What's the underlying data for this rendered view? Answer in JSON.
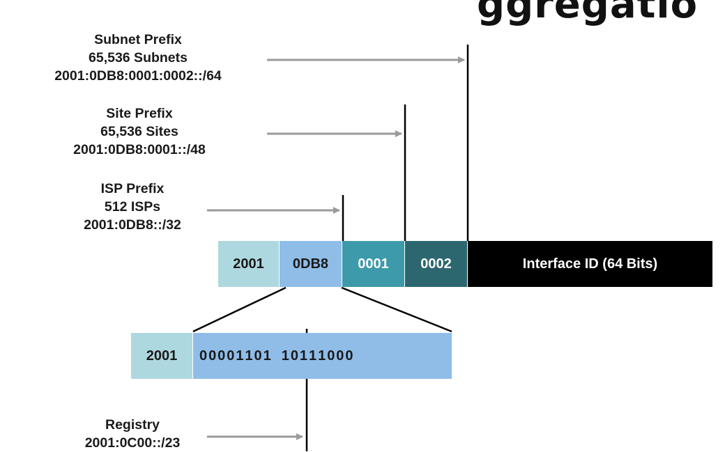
{
  "title_fragment": "ggregatio",
  "labels": {
    "subnet": {
      "line1": "Subnet Prefix",
      "line2": "65,536 Subnets",
      "line3": "2001:0DB8:0001:0002::/64"
    },
    "site": {
      "line1": "Site Prefix",
      "line2": "65,536 Sites",
      "line3": "2001:0DB8:0001::/48"
    },
    "isp": {
      "line1": "ISP Prefix",
      "line2": "512 ISPs",
      "line3": "2001:0DB8::/32"
    },
    "registry": {
      "line1": "Registry",
      "line2": "2001:0C00::/23"
    }
  },
  "address_bar": [
    {
      "text": "2001",
      "bg": "#aed8df",
      "fg": "#1a1a1a"
    },
    {
      "text": "0DB8",
      "bg": "#8fbde8",
      "fg": "#1a1a1a"
    },
    {
      "text": "0001",
      "bg": "#3d9aab",
      "fg": "#ffffff"
    },
    {
      "text": "0002",
      "bg": "#2c6770",
      "fg": "#ffffff"
    },
    {
      "text": "Interface ID (64 Bits)",
      "bg": "#000000",
      "fg": "#ffffff"
    }
  ],
  "expanded": {
    "prefix": "2001",
    "prefix_bg": "#aed8df",
    "bits_bg": "#8fbde8",
    "bits": [
      "0",
      "0",
      "0",
      "0",
      "1",
      "1",
      "0",
      "1",
      "1",
      "0",
      "1",
      "1",
      "1",
      "0",
      "0",
      "0"
    ]
  },
  "colors": {
    "arrow": "#9a9a9a",
    "line": "#000000"
  }
}
